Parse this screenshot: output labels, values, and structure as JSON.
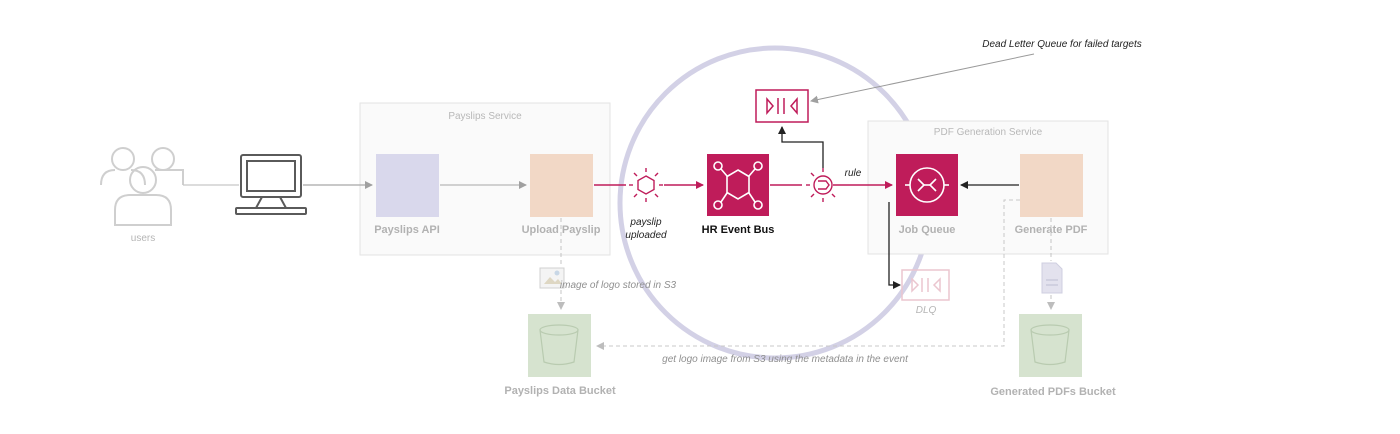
{
  "colors": {
    "accent": "#bf1c5a",
    "faded_gray": "#c8c8cc",
    "faded_text": "#9b9b9b",
    "faded_peach": "#f2d8c6",
    "faded_lavender": "#d9d8ec",
    "faded_green": "#d6e3cf",
    "halo": "#d3d1e6"
  },
  "actors": {
    "users_label": "users"
  },
  "groups": {
    "payslips_service": "Payslips Service",
    "pdf_generation_service": "PDF Generation Service"
  },
  "nodes": {
    "payslips_api": "Payslips API",
    "upload_payslip": "Upload Payslip",
    "hr_event_bus": "HR Event Bus",
    "job_queue": "Job Queue",
    "generate_pdf": "Generate PDF",
    "dlq": "DLQ",
    "payslips_data_bucket": "Payslips Data Bucket",
    "generated_pdfs_bucket": "Generated PDFs Bucket"
  },
  "edges": {
    "payslip_uploaded_line1": "payslip",
    "payslip_uploaded_line2": "uploaded",
    "rule": "rule",
    "dead_letter_queue_note": "Dead Letter Queue for failed targets",
    "logo_stored": "image of logo stored in S3",
    "get_logo": "get logo image from S3 using the metadata in the event"
  }
}
